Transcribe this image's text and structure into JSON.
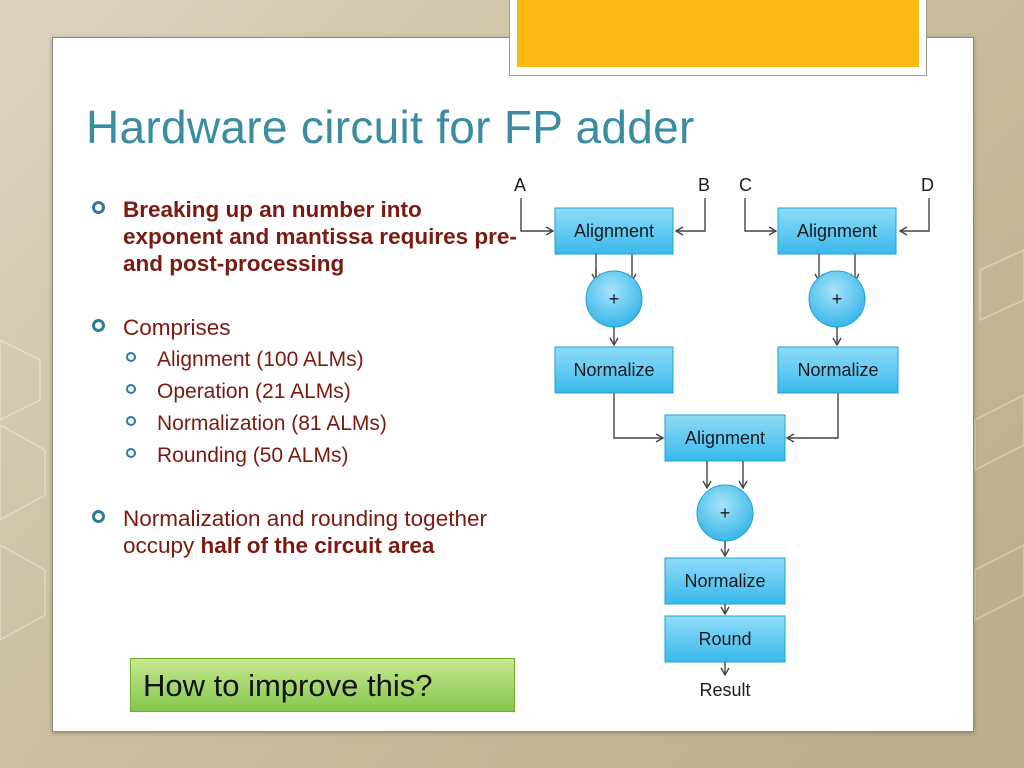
{
  "title": "Hardware circuit for FP adder",
  "bullets": {
    "b1": {
      "text": "Breaking up an number into exponent and mantissa requires pre- and post-processing"
    },
    "b2": {
      "text": "Comprises",
      "sub": [
        "Alignment (100 ALMs)",
        "Operation (21 ALMs)",
        "Normalization (81 ALMs)",
        "Rounding (50 ALMs)"
      ]
    },
    "b3": {
      "text_plain": "Normalization and rounding together occupy ",
      "text_bold": "half of the circuit area"
    }
  },
  "callout": "How to improve this?",
  "diagram": {
    "inputs": [
      "A",
      "B",
      "C",
      "D"
    ],
    "alignment": "Alignment",
    "adder": "+",
    "normalize": "Normalize",
    "round": "Round",
    "result": "Result"
  },
  "colors": {
    "accent_bar": "#fdb913",
    "title": "#3a8ca3",
    "bullet_text": "#7a1a10",
    "box_fill": "#5bc8f0",
    "callout_fill": "#a6d96a"
  }
}
